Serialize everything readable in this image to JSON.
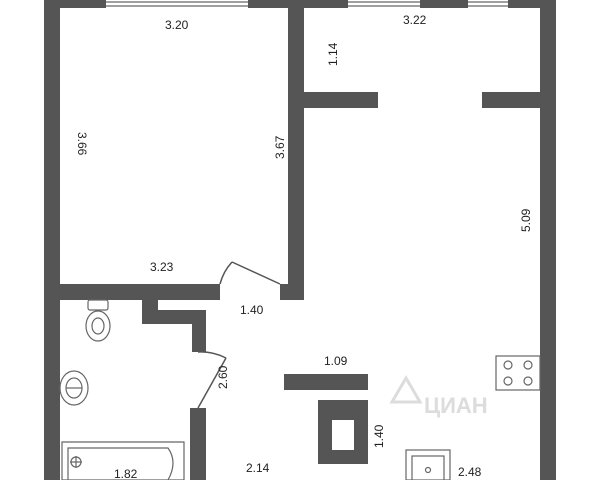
{
  "colors": {
    "wall": "#555555",
    "fixture_stroke": "#666666",
    "background": "#ffffff",
    "text": "#222222",
    "watermark": "#d9d9d9"
  },
  "dimensions": {
    "room_left_top_width": "3.20",
    "room_left_left_height": "3.66",
    "room_left_right_height": "3.67",
    "room_left_bottom_width": "3.23",
    "balcony_depth": "1.14",
    "room_right_top_width": "3.22",
    "room_right_height": "5.09",
    "hall_width": "1.40",
    "bath_door_height": "2.60",
    "partition_width": "1.09",
    "partition_height": "1.40",
    "bath_width": "1.82",
    "corridor_width": "2.14",
    "kitchen_width": "2.48"
  },
  "watermark": {
    "brand": "ЦИАН"
  },
  "icons": {
    "toilet": "toilet-icon",
    "sink": "sink-icon",
    "bathtub": "bathtub-icon",
    "stove": "stove-icon",
    "kitchen_sink": "kitchen-sink-icon"
  }
}
